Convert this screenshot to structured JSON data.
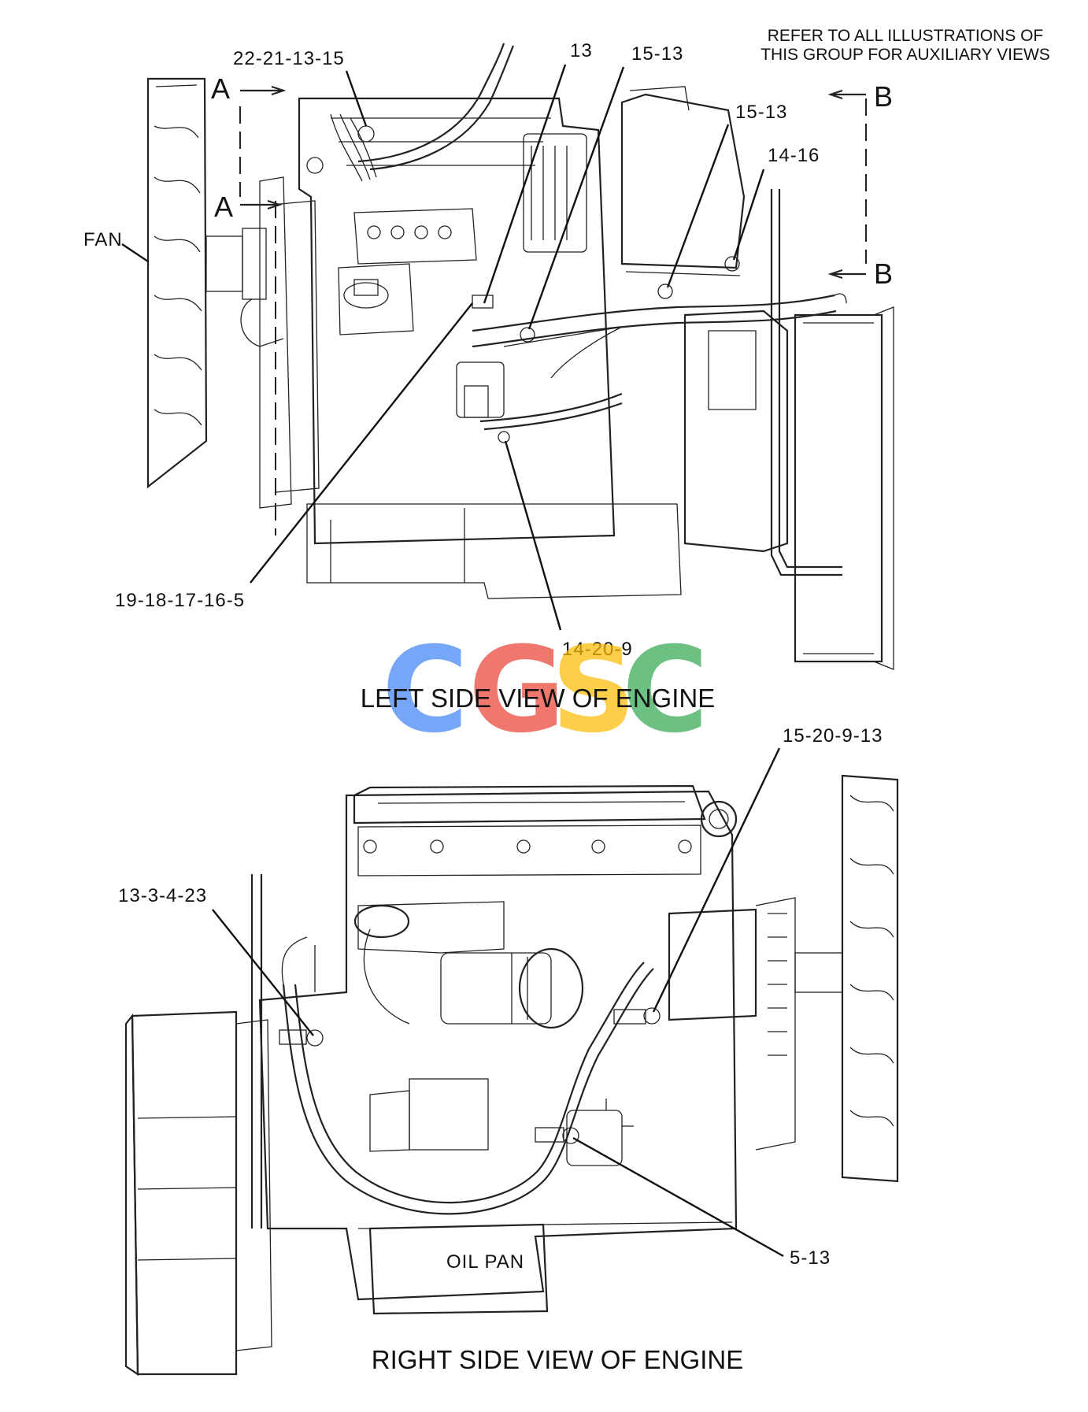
{
  "note": {
    "line1": "REFER TO ALL ILLUSTRATIONS OF",
    "line2": "THIS GROUP FOR AUXILIARY VIEWS"
  },
  "section_marks": {
    "a": "A",
    "b": "B"
  },
  "top_view": {
    "title": "LEFT SIDE VIEW OF ENGINE",
    "fan_label": "FAN",
    "callouts": {
      "c1": "22-21-13-15",
      "c2": "13",
      "c3": "15-13",
      "c4": "15-13",
      "c5": "14-16",
      "c6": "19-18-17-16-5",
      "c7": "14-20-9"
    }
  },
  "bottom_view": {
    "title": "RIGHT SIDE VIEW OF ENGINE",
    "oil_pan_label": "OIL PAN",
    "callouts": {
      "c1": "15-20-9-13",
      "c2": "13-3-4-23",
      "c3": "5-13"
    }
  },
  "watermark": {
    "letters": [
      "C",
      "G",
      "S",
      "C"
    ],
    "colors": [
      "#4285F4",
      "#EA4335",
      "#FBBC05",
      "#34A853"
    ]
  }
}
